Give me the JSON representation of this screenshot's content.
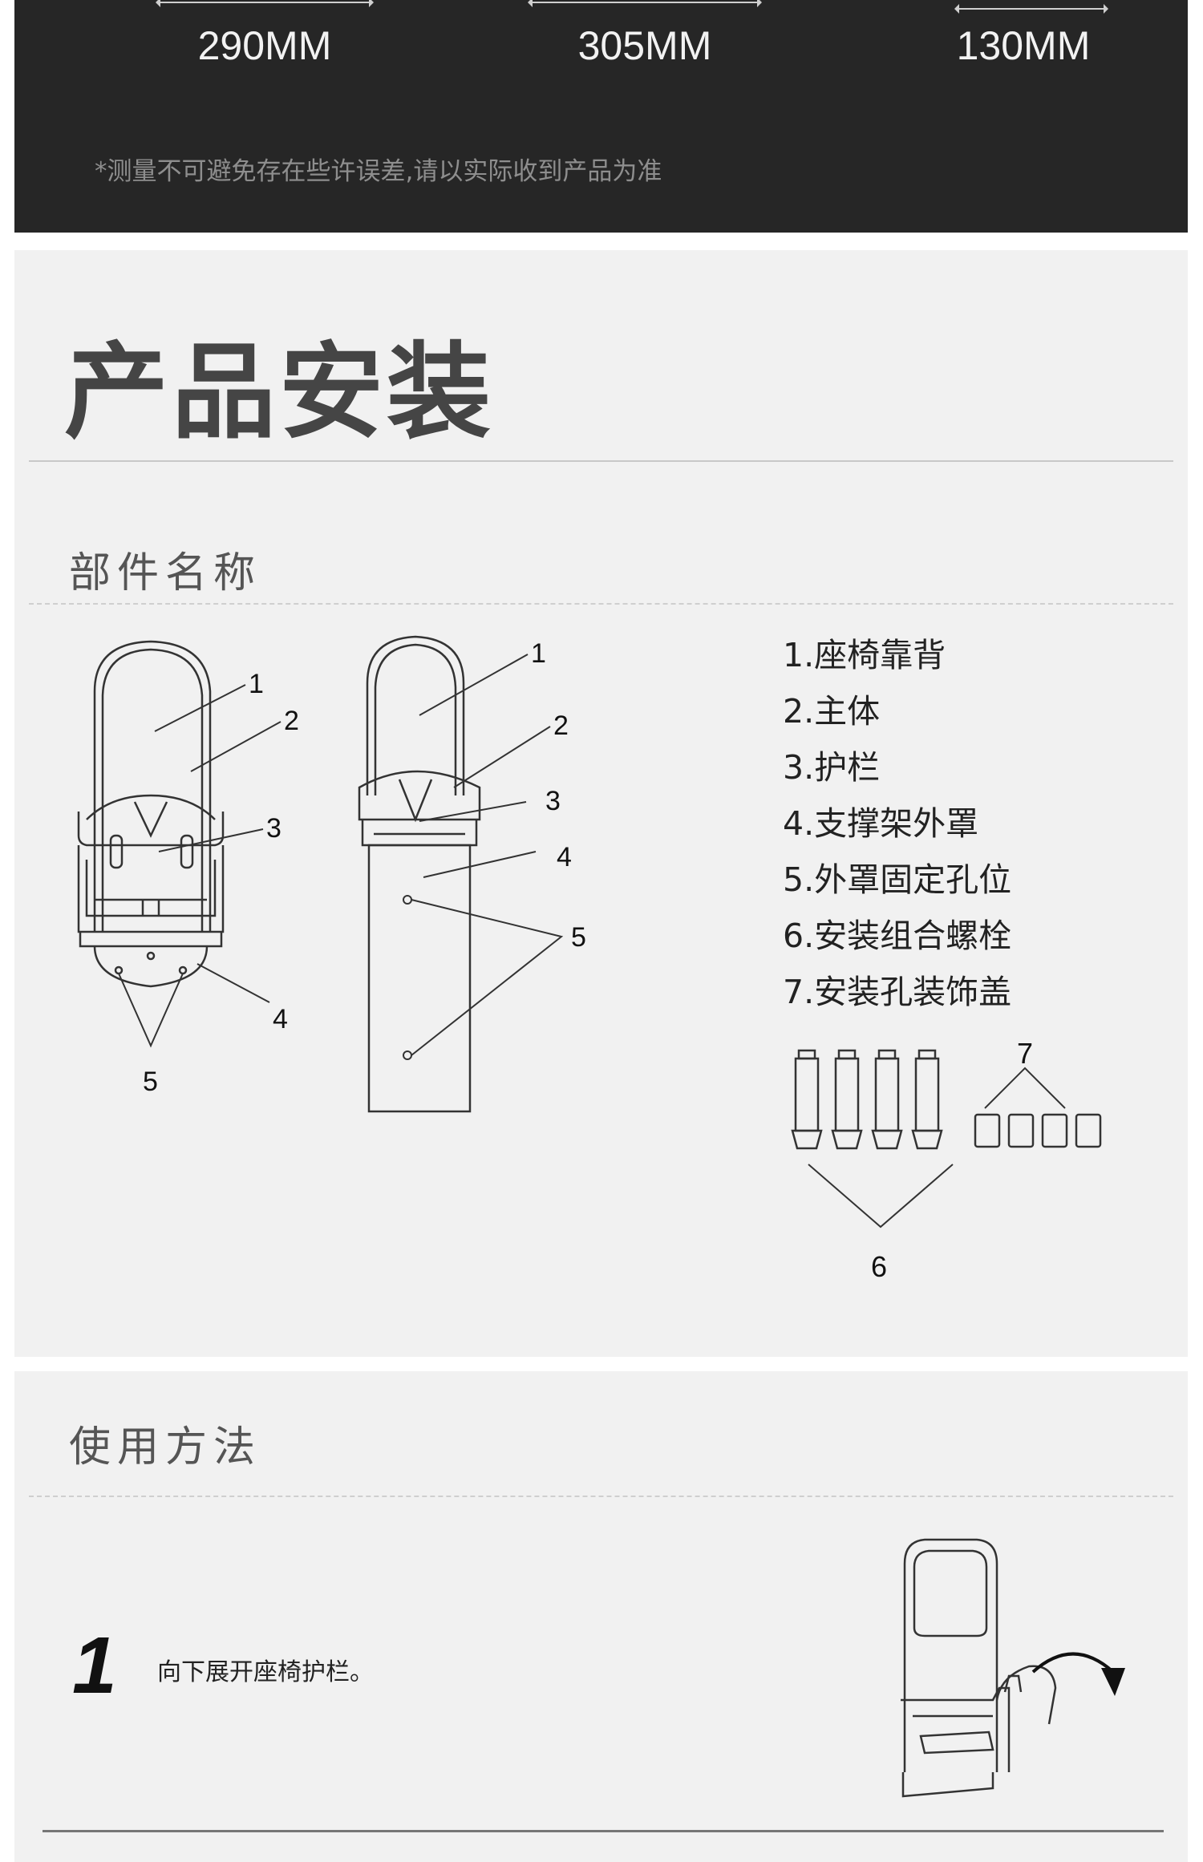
{
  "dimensions": {
    "values": [
      "290MM",
      "305MM",
      "130MM"
    ],
    "note": "*测量不可避免存在些许误差,请以实际收到产品为准"
  },
  "install": {
    "title": "产品安装",
    "parts_heading": "部件名称",
    "parts": [
      "1.座椅靠背",
      "2.主体",
      "3.护栏",
      "4.支撑架外罩",
      "5.外罩固定孔位",
      "6.安装组合螺栓",
      "7.安装孔装饰盖"
    ],
    "diagram_labels": {
      "folded": [
        "1",
        "2",
        "3",
        "4",
        "5"
      ],
      "unfolded": [
        "1",
        "2",
        "3",
        "4",
        "5"
      ],
      "hardware": [
        "6",
        "7"
      ]
    }
  },
  "usage": {
    "heading": "使用方法",
    "steps": [
      {
        "number": "1",
        "text": "向下展开座椅护栏。"
      }
    ]
  }
}
